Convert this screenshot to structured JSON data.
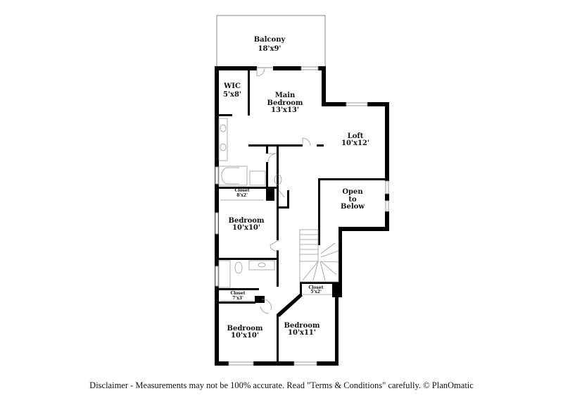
{
  "rooms": {
    "balcony": {
      "name": "Balcony",
      "size": "18'x9'"
    },
    "wic": {
      "name": "WIC",
      "size": "5'x8'"
    },
    "main_bedroom": {
      "name1": "Main",
      "name2": "Bedroom",
      "size": "13'x13'"
    },
    "loft": {
      "name": "Loft",
      "size": "10'x12'"
    },
    "open_to_below": {
      "l1": "Open",
      "l2": "to",
      "l3": "Below"
    },
    "closet_a": {
      "name": "Closet",
      "size": "8'x2'"
    },
    "bedroom_a": {
      "name": "Bedroom",
      "size": "10'x10'"
    },
    "closet_b": {
      "name": "Closet",
      "size": "7'x3'"
    },
    "bedroom_b": {
      "name": "Bedroom",
      "size": "10'x10'"
    },
    "closet_c": {
      "name": "Closet",
      "size": "5'x2'"
    },
    "bedroom_c": {
      "name": "Bedroom",
      "size": "10'x11'"
    }
  },
  "colors": {
    "wall": "#000000",
    "fixture": "#999999",
    "window": "#aaaaaa"
  },
  "footer": {
    "disclaimer": "Disclaimer - Measurements may not be 100% accurate. Read \"Terms & Conditions\" carefully. © PlanOmatic"
  }
}
